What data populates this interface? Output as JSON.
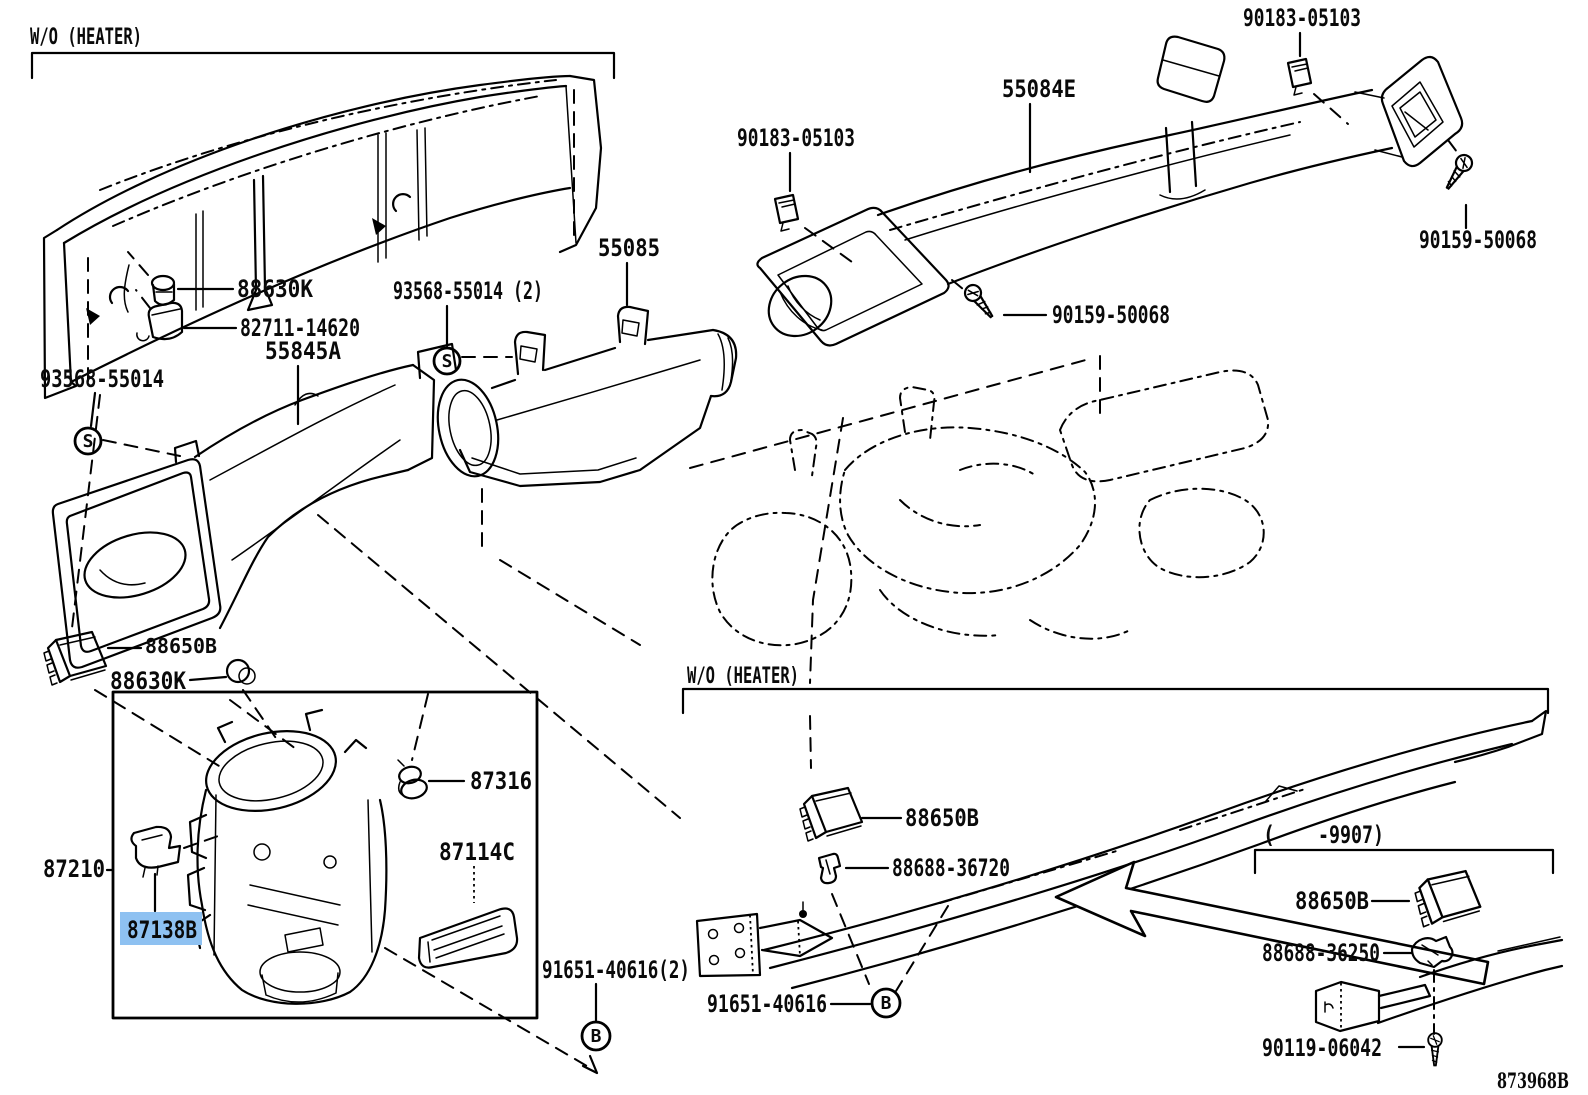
{
  "diagram": {
    "code": "873968B",
    "colors": {
      "background": "#ffffff",
      "line": "#000000",
      "highlight_bg": "#8ec1f1",
      "highlight_text": "#19297d"
    },
    "groups": {
      "wo_heater_top": "W/O (HEATER)",
      "wo_heater_bottom": "W/O (HEATER)",
      "date_open": "(",
      "date_range": "-9907)"
    },
    "markers": {
      "s1": "S",
      "s2": "S",
      "b1": "B",
      "b2": "B"
    },
    "parts": {
      "p88630k_a": "88630K",
      "p82711": "82711-14620",
      "p55845a": "55845A",
      "p93568_a": "93568-55014",
      "p93568_b": "93568-55014 (2)",
      "p55085": "55085",
      "p90183_a": "90183-05103",
      "p90183_b": "90183-05103",
      "p55084e": "55084E",
      "p90159_a": "90159-50068",
      "p90159_b": "90159-50068",
      "p88650b_a": "88650B",
      "p88630k_b": "88630K",
      "p87316": "87316",
      "p87210": "87210",
      "p87114c": "87114C",
      "p87138b": "87138B",
      "p91651_a": "91651-40616(2)",
      "p91651_b": "91651-40616",
      "p88650b_b": "88650B",
      "p88688_a": "88688-36720",
      "p88650b_c": "88650B",
      "p88688_b": "88688-36250",
      "p90119": "90119-06042"
    }
  }
}
